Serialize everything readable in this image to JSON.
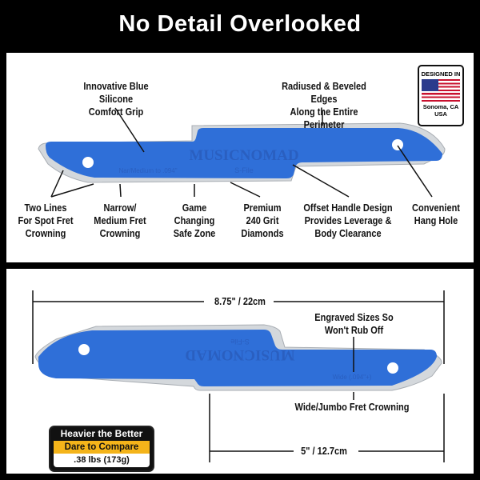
{
  "title": "No Detail Overlooked",
  "colors": {
    "background": "#000000",
    "panel": "#ffffff",
    "grip_blue": "#2f6fd8",
    "diamond_silver": "#d4d8dc",
    "badge_yellow": "#f4b41a"
  },
  "top_panel": {
    "labels": {
      "grip": "Innovative Blue Silicone\nComfort Grip",
      "edges": "Radiused & Beveled Edges\nAlong the Entire Perimeter",
      "two_lines": "Two Lines\nFor Spot Fret\nCrowning",
      "narrow": "Narrow/\nMedium Fret\nCrowning",
      "safe_zone": "Game\nChanging\nSafe Zone",
      "premium": "Premium\n240 Grit\nDiamonds",
      "offset": "Offset Handle Design\nProvides Leverage &\nBody Clearance",
      "hang_hole": "Convenient\nHang Hole"
    },
    "badge": {
      "top": "DESIGNED IN",
      "icon": "us-flag-icon",
      "bottom": "Sonoma, CA\nUSA"
    },
    "engraving": {
      "brand": "MUSICNOMAD",
      "model": "S-File",
      "size": "Nar/Medium to .094\""
    }
  },
  "bottom_panel": {
    "total_length": "8.75\" / 22cm",
    "handle_length": "5\" / 12.7cm",
    "engraved_label": "Engraved Sizes So\nWon't Rub Off",
    "wide_label": "Wide/Jumbo Fret Crowning",
    "engraving": {
      "brand": "MUSICNOMAD",
      "model": "S-File",
      "size": "Wide (.094\"+)"
    },
    "weight_badge": {
      "line1": "Heavier the Better",
      "line2": "Dare to Compare",
      "line3": ".38 lbs (173g)"
    }
  }
}
